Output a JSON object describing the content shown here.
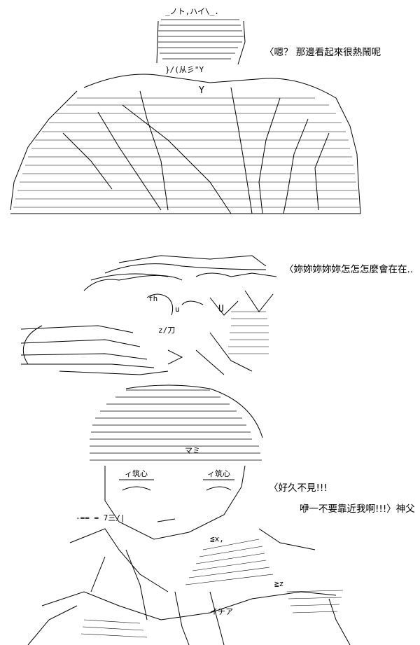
{
  "panels": [
    {
      "caption": "〈嗯？ 那邊看起來很熱鬧呢"
    },
    {
      "caption": "〈妳妳妳妳妳怎怎怎麼會在在.."
    },
    {
      "caption_1": "〈好久不見!!!",
      "caption_2": "咿一不要靠近我啊!!!〉神父"
    }
  ],
  "art_text": {
    "p1_top": "_ノト,ハイ\\_.",
    "p1_hand": "}/(从彡\"Y",
    "p1_y": "Y",
    "p2_fh": "fh",
    "p2_u1": "u",
    "p2_U": "U",
    "p2_z": "z/刀",
    "p3_eyes_l": "ィ筑心",
    "p3_eyes_r": "ィ筑心",
    "p3_mami": "マミ",
    "p3_fa": "イチア",
    "p3_seven": "-== = 7三/|",
    "p3_ge": "≦x,",
    "p3_ge2": "≧z"
  }
}
